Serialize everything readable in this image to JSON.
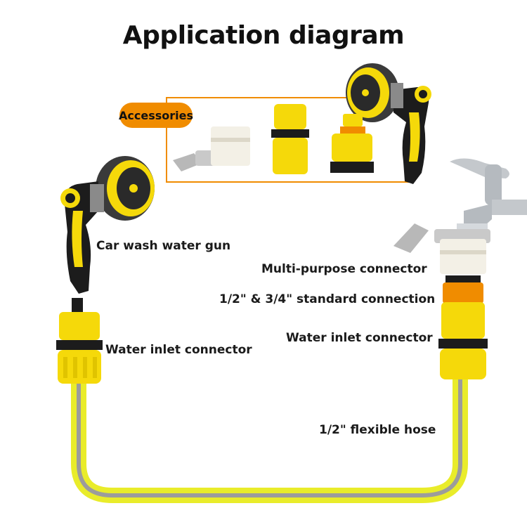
{
  "title": "Application diagram",
  "accessories_label": "Accessories",
  "labels": {
    "car_wash_gun": "Car wash water gun",
    "inlet_left": "Water inlet connector",
    "multi_purpose": "Multi-purpose connector",
    "standard_connection": "1/2\" & 3/4\" standard connection",
    "inlet_right": "Water inlet connector",
    "hose": "1/2\" flexible hose"
  },
  "colors": {
    "yellow": "#f5d90a",
    "dark": "#1c1c1c",
    "gray": "#8a8a8a",
    "orange": "#f08c00",
    "hose": "#e9ec2a"
  },
  "icons": [
    "spray-gun-icon",
    "quick-connector-icon",
    "tap-adapter-icon",
    "faucet-icon",
    "hose-clamp-icon"
  ]
}
